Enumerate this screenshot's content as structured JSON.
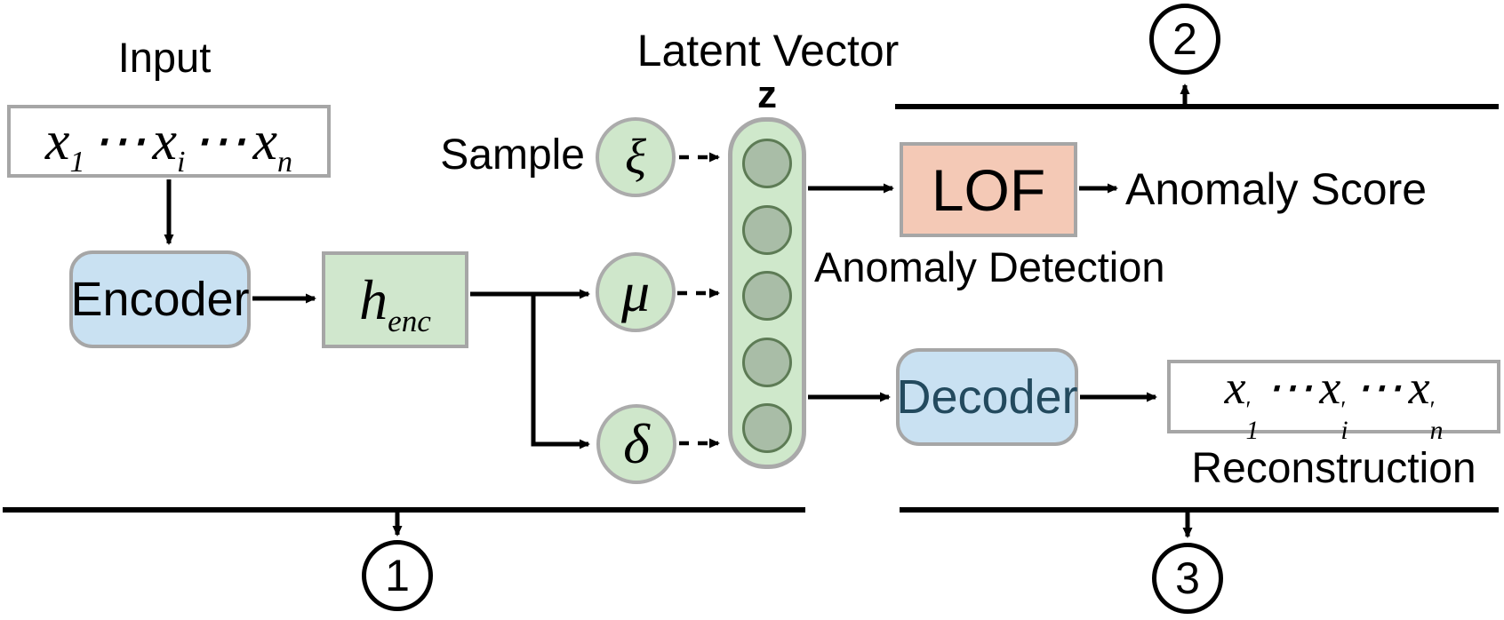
{
  "colors": {
    "box_blue": "#c9e1f2",
    "box_green": "#d0e7cd",
    "latent_green": "#cfe8cb",
    "latent_cell_fill": "#a9bda7",
    "latent_cell_border": "#5d7b55",
    "lof_salmon": "#f4c9b6",
    "border_gray": "#a6a6a6",
    "decoder_text": "#234a5e",
    "line_black": "#000000"
  },
  "input": {
    "label": "Input",
    "expr": [
      {
        "b": "x",
        "s": "1"
      },
      {
        "d": "⋯"
      },
      {
        "b": "x",
        "s": "i"
      },
      {
        "d": "⋯"
      },
      {
        "b": "x",
        "s": "n"
      }
    ]
  },
  "encoder": {
    "label": "Encoder"
  },
  "hidden": {
    "base": "h",
    "sub": "enc"
  },
  "sample": {
    "label": "Sample",
    "xi": "ξ"
  },
  "mu": {
    "symbol": "μ"
  },
  "delta": {
    "symbol": "δ"
  },
  "latent": {
    "title": "Latent Vector",
    "z": "z",
    "cells": 5
  },
  "anomaly": {
    "lof": "LOF",
    "score": "Anomaly Score",
    "detection": "Anomaly Detection"
  },
  "decoder": {
    "label": "Decoder"
  },
  "reconstruction": {
    "expr": [
      {
        "b": "x",
        "s": "1",
        "p": "′"
      },
      {
        "d": "⋯"
      },
      {
        "b": "x",
        "s": "i",
        "p": "′"
      },
      {
        "d": "⋯"
      },
      {
        "b": "x",
        "s": "n",
        "p": "′"
      }
    ],
    "label": "Reconstruction"
  },
  "steps": [
    {
      "number": "1"
    },
    {
      "number": "2"
    },
    {
      "number": "3"
    }
  ]
}
